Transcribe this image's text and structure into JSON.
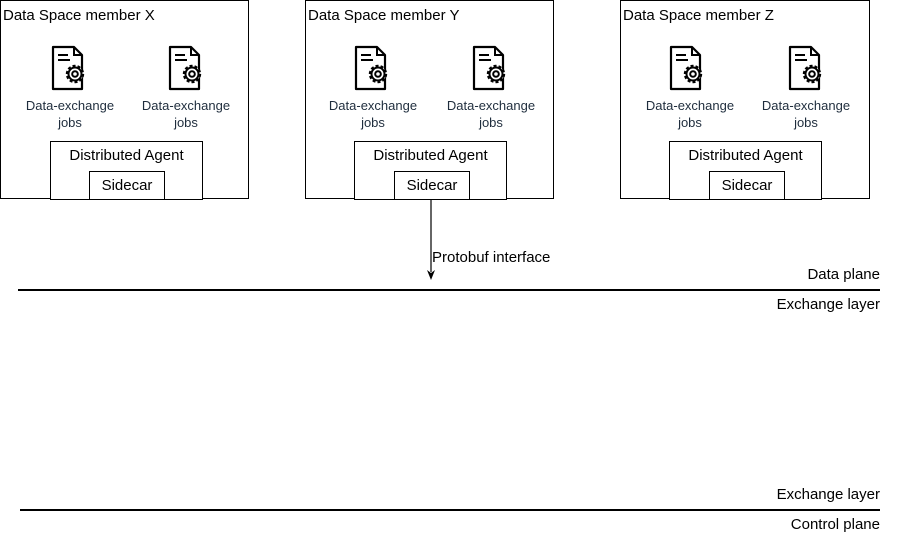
{
  "members": [
    {
      "title": "Data Space member X",
      "jobs": [
        "Data-exchange\njobs",
        "Data-exchange\njobs"
      ],
      "agent": "Distributed Agent",
      "sidecar": "Sidecar"
    },
    {
      "title": "Data Space member Y",
      "jobs": [
        "Data-exchange\njobs",
        "Data-exchange\njobs"
      ],
      "agent": "Distributed Agent",
      "sidecar": "Sidecar"
    },
    {
      "title": "Data Space member Z",
      "jobs": [
        "Data-exchange\njobs",
        "Data-exchange\njobs"
      ],
      "agent": "Distributed Agent",
      "sidecar": "Sidecar"
    }
  ],
  "icons": {
    "job": "document-gear-icon"
  },
  "connector": {
    "label": "Protobuf interface"
  },
  "layers": {
    "data_plane": "Data plane",
    "exchange_layer_top": "Exchange layer",
    "exchange_layer_bottom": "Exchange layer",
    "control_plane": "Control plane"
  }
}
